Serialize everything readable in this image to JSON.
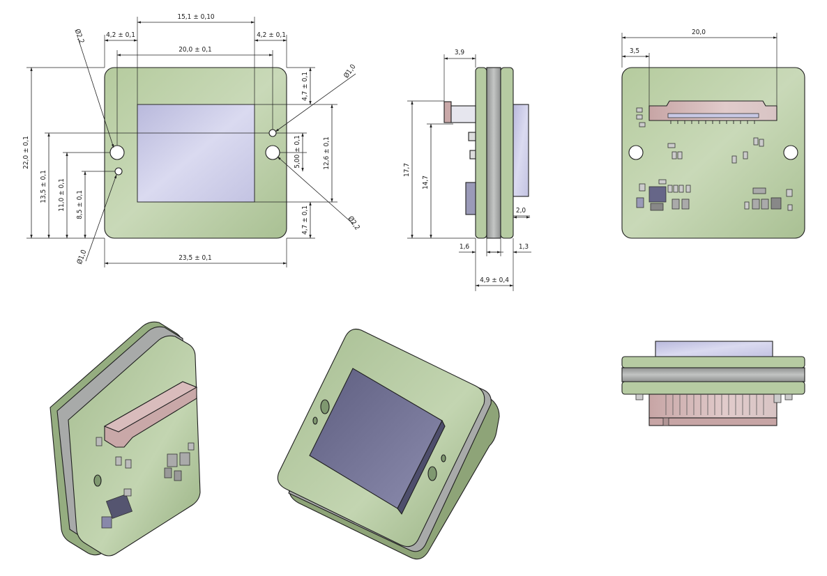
{
  "colors": {
    "pcb_green": "#bcd0a6",
    "pcb_green_dark": "#7d9868",
    "sensor_lavender": "#c9c9e6",
    "connector_pink": "#c9a8a8",
    "spacer_gray": "#a7a9a8",
    "component_dark": "#3a3a48"
  },
  "front_view": {
    "dim_15_1": "15,1 ± 0,10",
    "dim_4_2_left": "4,2 ± 0,1",
    "dim_4_2_right": "4,2 ± 0,1",
    "dim_20_0": "20,0 ± 0,1",
    "dim_22_0": "22,0 ± 0,1",
    "dim_13_5": "13,5 ± 0,1",
    "dim_11_0": "11,0 ± 0,1",
    "dim_8_5": "8,5 ± 0,1",
    "dim_4_7_top": "4,7 ± 0,1",
    "dim_4_7_bottom": "4,7 ± 0,1",
    "dim_5_00": "5,00 ± 0,1",
    "dim_12_6": "12,6 ± 0,1",
    "dim_23_5": "23,5 ± 0,1",
    "dia_2_2_top": "Ø2,2",
    "dia_1_0_top": "Ø1,0",
    "dia_2_2_bottom": "Ø2,2",
    "dia_1_0_bottom": "Ø1,0"
  },
  "side_view": {
    "dim_3_9": "3,9",
    "dim_17_7": "17,7",
    "dim_14_7": "14,7",
    "dim_2_0": "2,0",
    "dim_1_6": "1,6",
    "dim_1_3": "1,3",
    "dim_4_9": "4,9 ± 0,4"
  },
  "back_view": {
    "dim_20_0": "20,0",
    "dim_3_5": "3,5"
  }
}
